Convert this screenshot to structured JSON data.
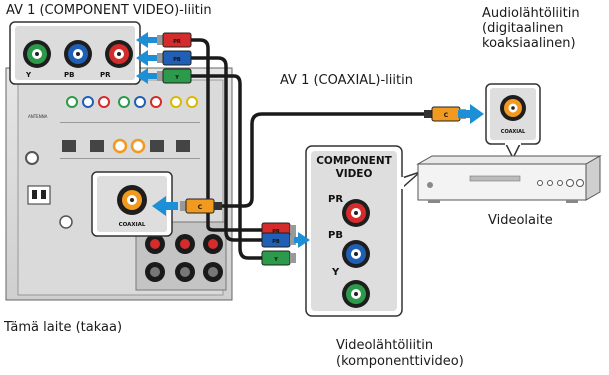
{
  "captions": {
    "av1_component": "AV 1 (COMPONENT VIDEO)-liitin",
    "av1_coaxial": "AV 1 (COAXIAL)-liitin",
    "audio_source": [
      "Audiolähtöliitin",
      "(digitaalinen",
      "koaksiaalinen)"
    ],
    "video_device": "Videolaite",
    "this_unit": "Tämä laite (takaa)",
    "video_output": [
      "Videolähtöliitin",
      "(komponenttivideo)"
    ]
  },
  "component_panel": {
    "title_line1": "COMPONENT",
    "title_line2": "VIDEO",
    "pr": "PR",
    "pb": "PB",
    "y": "Y"
  },
  "receiver_jacks": {
    "y": "Y",
    "pb": "PB",
    "pr": "PR"
  },
  "coaxial_label": "COAXIAL",
  "plug_tags": {
    "red": "PR",
    "blue": "PB",
    "green": "Y",
    "coax": "C"
  },
  "colors": {
    "red": "#d42b2b",
    "blue": "#1f5fb5",
    "green": "#2b9a4a",
    "coax": "#f29a1f",
    "arrow": "#1d8fd6",
    "cable": "#1a1a1a"
  },
  "icons": [
    "arrow-left-icon",
    "arrow-right-icon"
  ]
}
